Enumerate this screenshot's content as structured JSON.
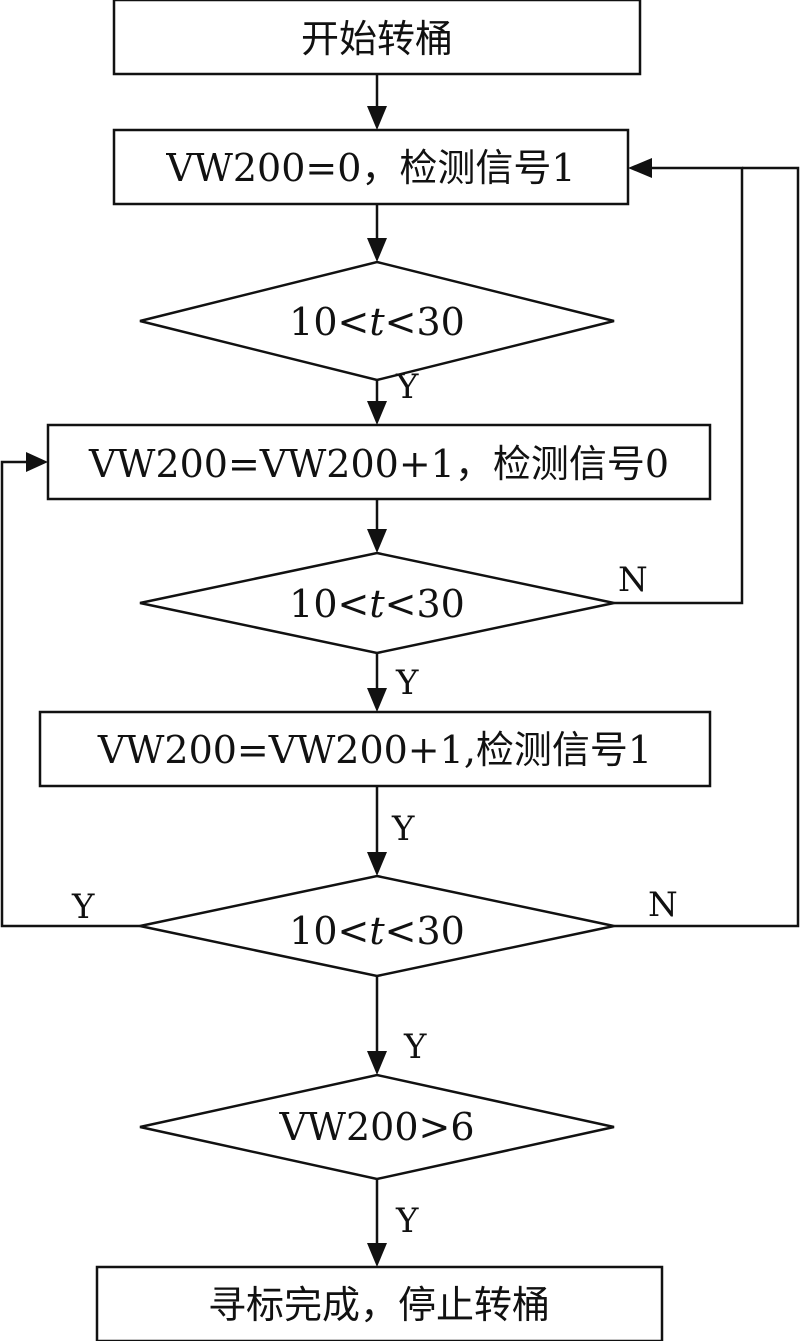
{
  "nodes": {
    "start": "开始转桶",
    "init": "VW200=0，检测信号1",
    "check1": {
      "pre": "10<",
      "var": "t",
      "post": "<30"
    },
    "incr1": "VW200=VW200+1，检测信号0",
    "check2": {
      "pre": "10<",
      "var": "t",
      "post": "<30"
    },
    "incr2": "VW200=VW200+1,检测信号1",
    "check3": {
      "pre": "10<",
      "var": "t",
      "post": "<30"
    },
    "check4": "VW200>6",
    "end": "寻标完成，停止转桶"
  },
  "edge_labels": {
    "check1_yes": "Y",
    "check2_yes": "Y",
    "check2_no": "N",
    "incr2_to_check3": "Y",
    "check3_yes_left": "Y",
    "check3_no": "N",
    "check3_yes_down": "Y",
    "check4_yes": "Y"
  },
  "colors": {
    "stroke": "#111111",
    "background": "#ffffff"
  }
}
